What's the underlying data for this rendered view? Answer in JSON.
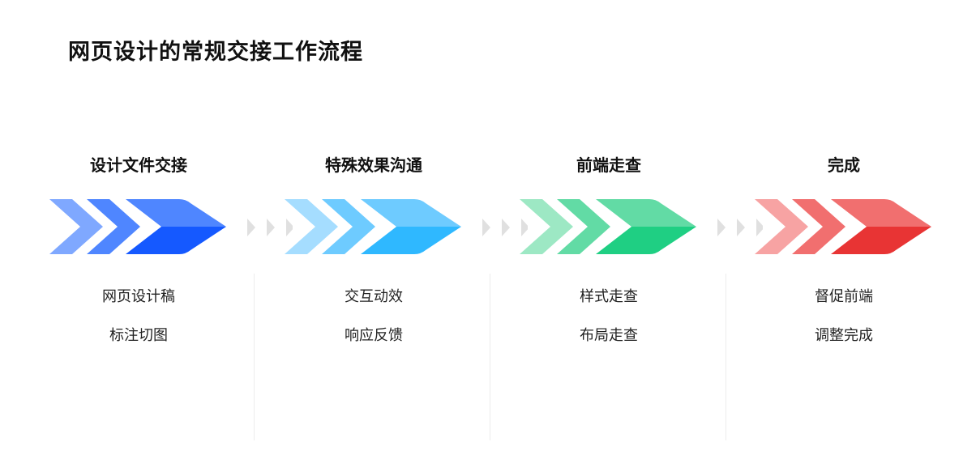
{
  "title": "网页设计的常规交接工作流程",
  "stages": [
    {
      "title": "设计文件交接",
      "items": [
        "网页设计稿",
        "标注切图"
      ],
      "colors": {
        "light": "#7fa8ff",
        "mid": "#4f86ff",
        "dark": "#1559ff"
      }
    },
    {
      "title": "特殊效果沟通",
      "items": [
        "交互动效",
        "响应反馈"
      ],
      "colors": {
        "light": "#a5ddff",
        "mid": "#6ecbff",
        "dark": "#2fb8ff"
      }
    },
    {
      "title": "前端走查",
      "items": [
        "样式走查",
        "布局走查"
      ],
      "colors": {
        "light": "#9de8c4",
        "mid": "#62dba5",
        "dark": "#1fcf83"
      }
    },
    {
      "title": "完成",
      "items": [
        "督促前端",
        "调整完成"
      ],
      "colors": {
        "light": "#f7a3a3",
        "mid": "#f16f6f",
        "dark": "#e83434"
      }
    }
  ],
  "connector_color": "#e0e0e0"
}
